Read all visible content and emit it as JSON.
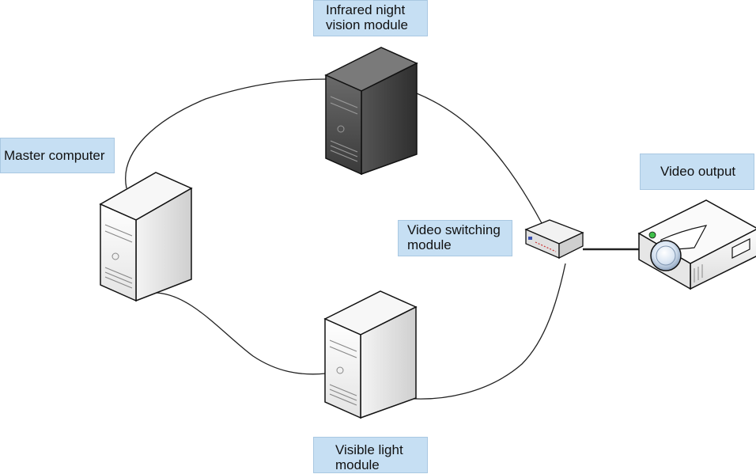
{
  "labels": {
    "infrared": "Infrared night\nvision module",
    "master": "Master computer",
    "video_output": "Video output",
    "video_switching": "Video switching\nmodule",
    "visible_light": "Visible light\nmodule"
  },
  "icons": {
    "infrared_server": "server-tower-icon",
    "master_server": "server-tower-icon",
    "visible_server": "server-tower-icon",
    "switch": "network-switch-icon",
    "projector": "projector-icon"
  },
  "colors": {
    "label_bg": "#c6dff3",
    "dark_server": "#4a4a4a",
    "light_server": "#f2f2f2",
    "line": "#222222"
  }
}
